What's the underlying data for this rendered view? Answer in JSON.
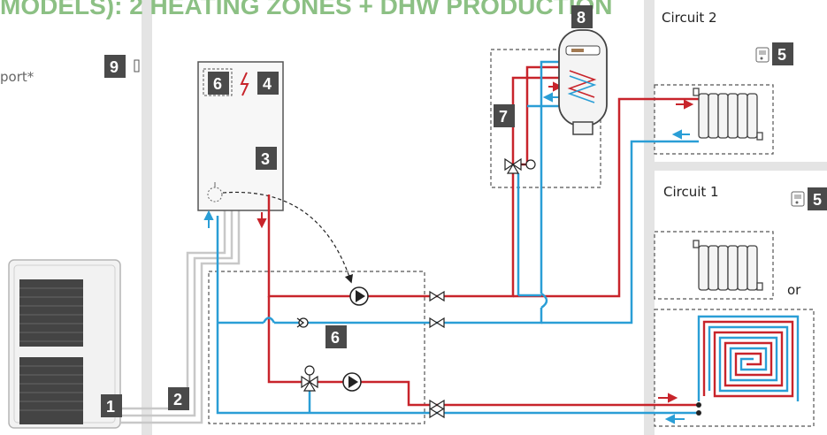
{
  "title": "MODELS): 2 HEATING ZONES + DHW PRODUCTION",
  "side_text": "port*",
  "circuit_2": "Circuit 2",
  "circuit_1": "Circuit 1",
  "or_text": "or",
  "badges": [
    "1",
    "2",
    "3",
    "4",
    "5",
    "5",
    "6",
    "6",
    "7",
    "8",
    "9"
  ],
  "colors": {
    "hot": "#c8242b",
    "cold": "#2a9ed6",
    "badge": "#4a4a4a",
    "wall": "#e4e4e4",
    "title": "#8cc084"
  }
}
